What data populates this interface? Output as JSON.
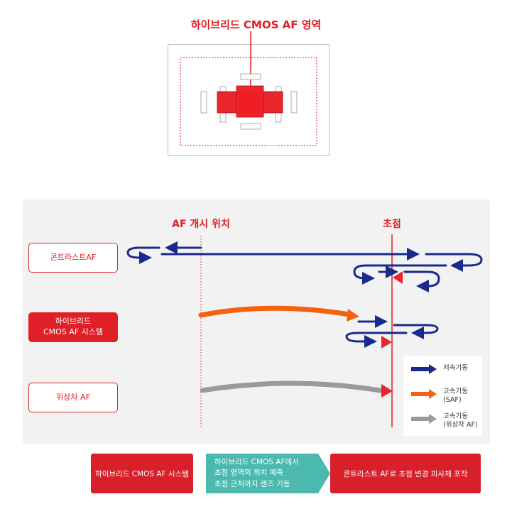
{
  "title": "하이브리드 CMOS AF 영역",
  "diagram": {
    "af_start_label": "AF 개시 위치",
    "focus_label": "초점",
    "rows": [
      {
        "label_lines": [
          "콘트라스트AF"
        ]
      },
      {
        "label_lines": [
          "하이브리드",
          "CMOS AF 시스템"
        ]
      },
      {
        "label_lines": [
          "위상차 AF"
        ]
      }
    ],
    "legend": {
      "items": [
        {
          "label": "저속기동",
          "color": "#1a2a8c"
        },
        {
          "label": "고속기동\n(SAF)",
          "color": "#f4620f"
        },
        {
          "label": "고속기동\n(위상차 AF)",
          "color": "#9a9a9a"
        }
      ]
    }
  },
  "steps": [
    {
      "text": "하이브리드 CMOS AF 시스템"
    },
    {
      "lines": [
        "하이브리드 CMOS AF에서",
        "초점 영역의 위치 예측",
        "초점 근처까지 렌즈 기동"
      ]
    },
    {
      "text": "콘트라스트 AF로 초점 변경 피사체 포착"
    }
  ],
  "colors": {
    "accent": "#e01f26",
    "navy": "#1a2a8c",
    "orange": "#f4620f",
    "gray": "#9a9a9a",
    "teal": "#4bb9ad"
  }
}
